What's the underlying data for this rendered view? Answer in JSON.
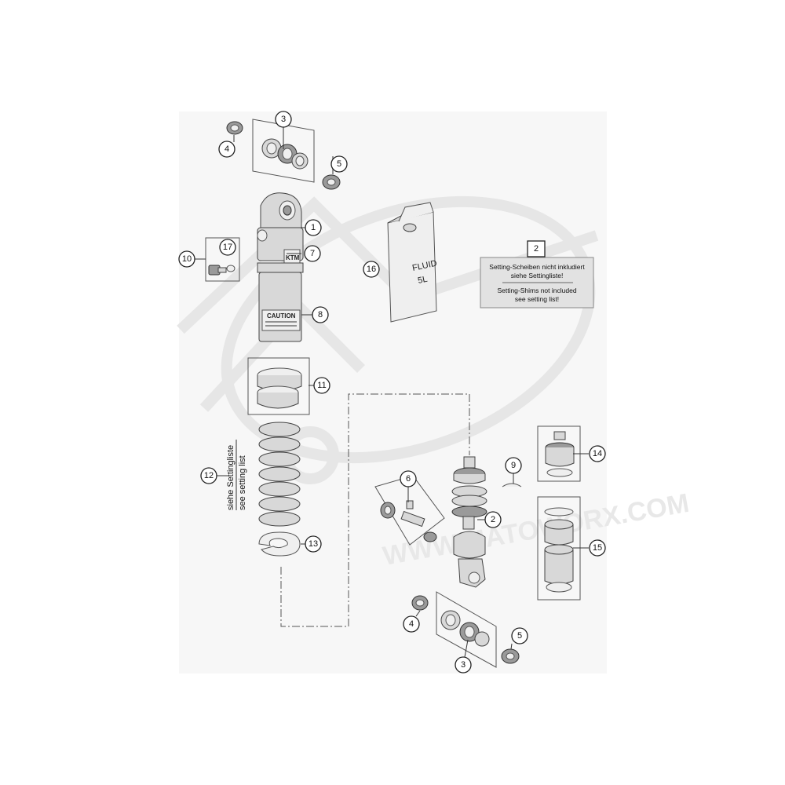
{
  "callouts": [
    {
      "n": "1"
    },
    {
      "n": "2"
    },
    {
      "n": "2"
    },
    {
      "n": "3"
    },
    {
      "n": "3"
    },
    {
      "n": "4"
    },
    {
      "n": "4"
    },
    {
      "n": "5"
    },
    {
      "n": "5"
    },
    {
      "n": "6"
    },
    {
      "n": "7"
    },
    {
      "n": "8"
    },
    {
      "n": "9"
    },
    {
      "n": "10"
    },
    {
      "n": "11"
    },
    {
      "n": "12"
    },
    {
      "n": "13"
    },
    {
      "n": "14"
    },
    {
      "n": "15"
    },
    {
      "n": "16"
    },
    {
      "n": "17"
    }
  ],
  "note": {
    "line_de_1": "Setting-Scheiben nicht inkludiert",
    "line_de_2": "siehe Settingliste!",
    "line_en_1": "Setting-Shims not included",
    "line_en_2": "see setting list!"
  },
  "spring_note": {
    "line_de": "siehe Settingliste",
    "line_en": "see setting list"
  },
  "fluid_can": {
    "line1": "FLUID",
    "line2": "5L"
  },
  "caution_label": "CAUTION",
  "watermark": {
    "text": "WWW.MATOWORX.COM"
  },
  "colors": {
    "line": "#333333",
    "part_fill": "#d8d8d8",
    "note_fill": "#e2e2e2"
  }
}
